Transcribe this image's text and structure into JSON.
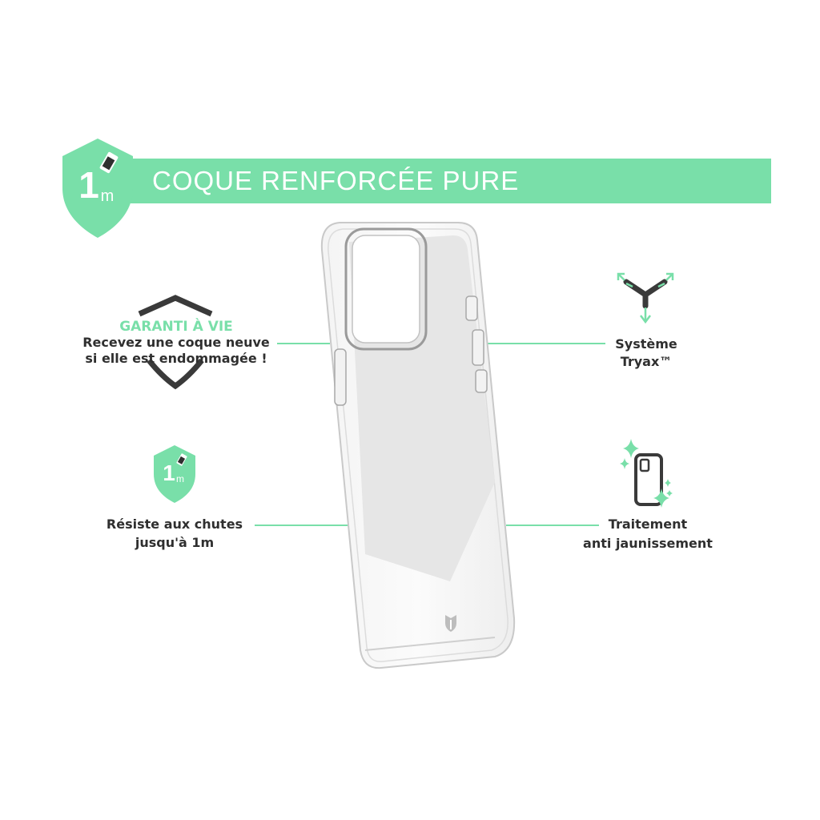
{
  "banner": {
    "title": "COQUE RENFORCÉE PURE",
    "badge_number": "1",
    "badge_unit": "m"
  },
  "guarantee": {
    "title": "GARANTI À VIE",
    "line1": "Recevez une coque neuve",
    "line2": "si elle est endommagée !"
  },
  "features": {
    "tryax": {
      "line1": "Système",
      "line2": "Tryax™"
    },
    "drop": {
      "line1": "Résiste aux chutes",
      "line2": "jusqu'à 1m",
      "badge_number": "1",
      "badge_unit": "m"
    },
    "yellowing": {
      "line1": "Traitement",
      "line2": "anti jaunissement"
    }
  },
  "colors": {
    "accent": "#79dfa9",
    "text": "#2f2f2f",
    "icon_dark": "#3a3a3a"
  },
  "icons": [
    "shield-1m-icon",
    "guarantee-shield-icon",
    "tryax-arrows-icon",
    "phone-sparkle-icon",
    "brand-logo-icon"
  ]
}
